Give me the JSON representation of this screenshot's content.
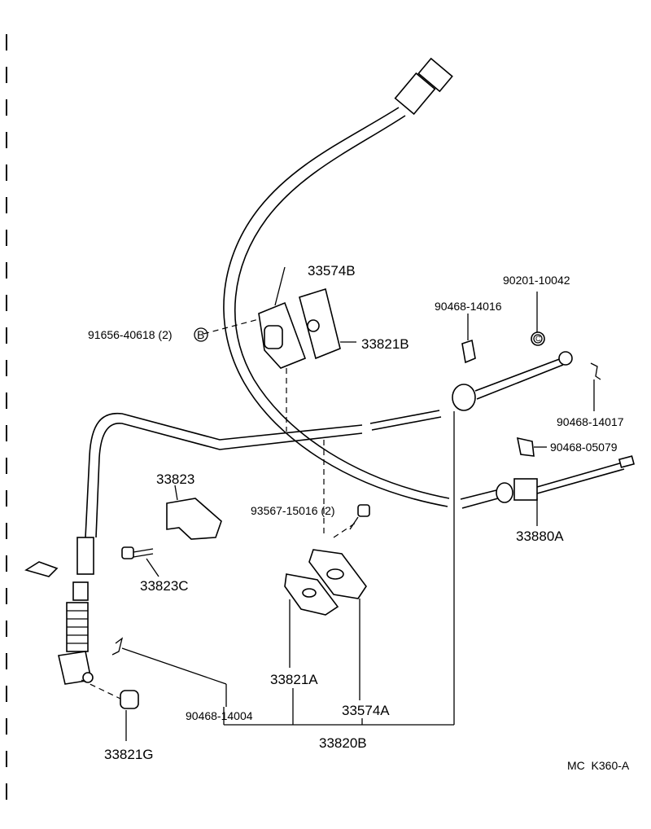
{
  "labels": {
    "p33574B": "33574B",
    "p90201_10042": "90201-10042",
    "p90468_14016": "90468-14016",
    "p91656_40618": "91656-40618 (2)",
    "marker_b": "B",
    "marker_c": "C",
    "p33821B": "33821B",
    "p90468_14017": "90468-14017",
    "p90468_05079": "90468-05079",
    "p33823": "33823",
    "p93567_15016": "93567-15016 (2)",
    "p33880A": "33880A",
    "p33823C": "33823C",
    "p33821A": "33821A",
    "p90468_14004": "90468-14004",
    "p33574A": "33574A",
    "p33821G": "33821G",
    "p33820B": "33820B",
    "catalog_code": "MC  K360-A"
  }
}
